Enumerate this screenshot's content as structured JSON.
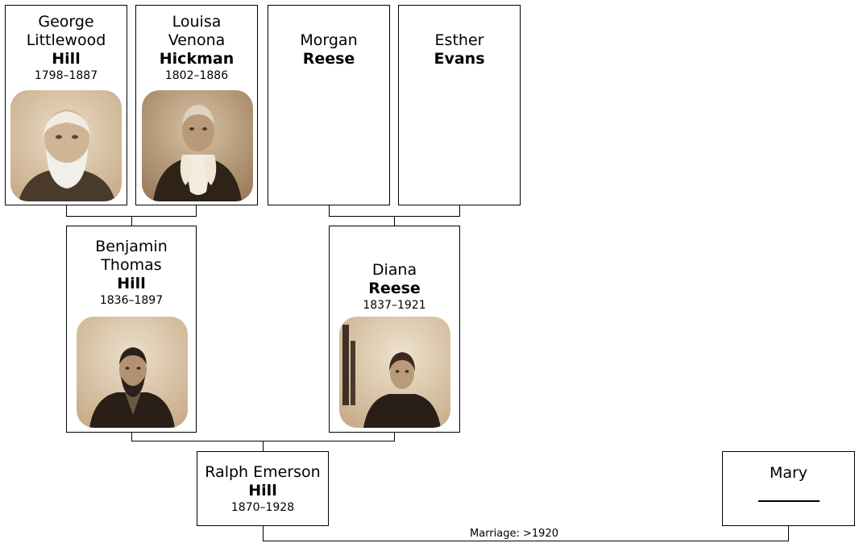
{
  "people": {
    "george": {
      "given_1": "George",
      "given_2": "Littlewood",
      "surname": "Hill",
      "dates": "1798–1887"
    },
    "louisa": {
      "given_1": "Louisa",
      "given_2": "Venona",
      "surname": "Hickman",
      "dates": "1802–1886"
    },
    "morgan": {
      "given": "Morgan",
      "surname": "Reese"
    },
    "esther": {
      "given": "Esther",
      "surname": "Evans"
    },
    "benjamin": {
      "given_1": "Benjamin",
      "given_2": "Thomas",
      "surname": "Hill",
      "dates": "1836–1897"
    },
    "diana": {
      "given": "Diana",
      "surname": "Reese",
      "dates": "1837–1921"
    },
    "ralph": {
      "given": "Ralph Emerson",
      "surname": "Hill",
      "dates": "1870–1928"
    },
    "mary": {
      "given": "Mary"
    }
  },
  "marriage_label": "Marriage: >1920",
  "colors": {
    "sepia_light": "#e6d6be",
    "sepia_mid": "#b89c7a",
    "sepia_dark": "#3a2a1e"
  }
}
